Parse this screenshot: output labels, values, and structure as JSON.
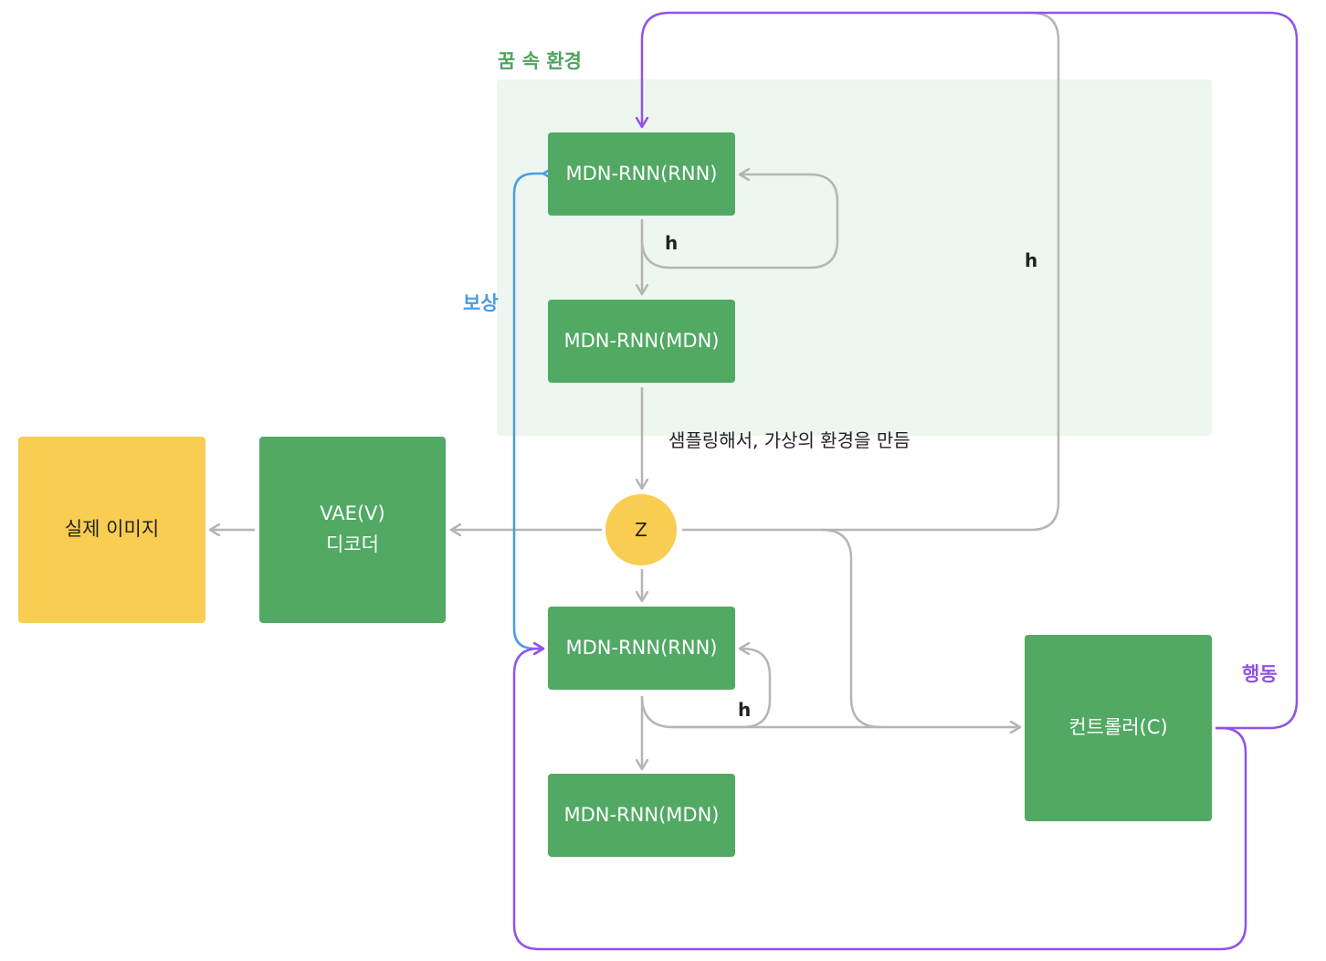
{
  "dream_env": {
    "title": "꿈 속 환경",
    "color": "#4ea35e"
  },
  "nodes": {
    "rnn_top": "MDN-RNN(RNN)",
    "mdn_top": "MDN-RNN(MDN)",
    "rnn_bottom": "MDN-RNN(RNN)",
    "mdn_bottom": "MDN-RNN(MDN)",
    "z": "Z",
    "vae_line1": "VAE(V)",
    "vae_line2": "디코더",
    "real_image": "실제 이미지",
    "controller": "컨트롤러(C)"
  },
  "labels": {
    "h_top_loop": "h",
    "h_right": "h",
    "h_bottom_loop": "h",
    "reward": "보상",
    "action": "행동",
    "sampling": "샘플링해서, 가상의 환경을 만듬"
  },
  "colors": {
    "node_green": "#51a964",
    "node_yellow": "#f8cd52",
    "arrow_gray": "#b5b5b5",
    "reward_blue": "#4a9be8",
    "action_purple": "#9152e8"
  }
}
